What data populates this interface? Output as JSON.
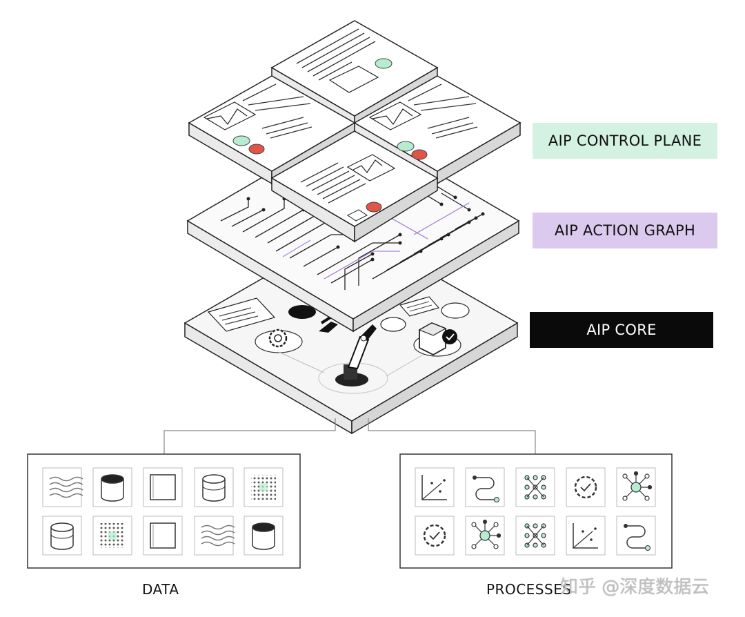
{
  "layers": {
    "control_plane": {
      "label": "AIP CONTROL PLANE",
      "color": "#d4f2e2"
    },
    "action_graph": {
      "label": "AIP ACTION GRAPH",
      "color": "#dbc9ee"
    },
    "core": {
      "label": "AIP CORE",
      "color": "#0a0a0a"
    }
  },
  "boxes": {
    "data": {
      "caption": "DATA",
      "icons": [
        "waves-icon",
        "database-dark-icon",
        "document-frame-icon",
        "database-icon",
        "dot-grid-icon",
        "database-icon",
        "dot-grid-icon",
        "document-frame-icon",
        "waves-icon",
        "database-dark-icon"
      ]
    },
    "processes": {
      "caption": "PROCESSES",
      "icons": [
        "scatter-chart-icon",
        "path-icon",
        "network-grid-icon",
        "gear-check-icon",
        "hub-network-icon",
        "gear-check-icon",
        "hub-network-icon",
        "network-grid-icon",
        "scatter-chart-icon",
        "path-icon"
      ]
    }
  },
  "watermark": "知乎 @深度数据云",
  "colors": {
    "accent_green": "#b8ecd0",
    "accent_red": "#e05548",
    "accent_purple": "#a98ad6",
    "line": "#222222"
  }
}
